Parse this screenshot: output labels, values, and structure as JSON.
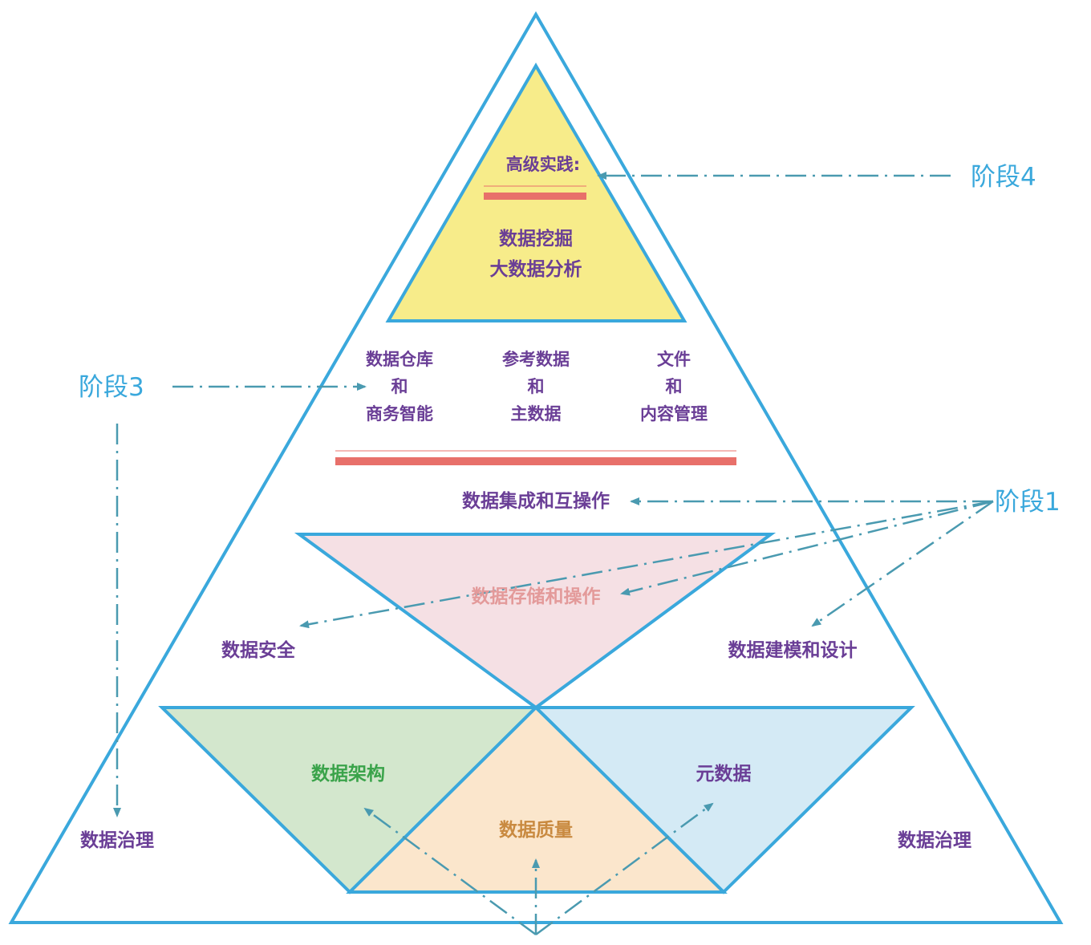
{
  "stages": {
    "stage4": "阶段4",
    "stage3": "阶段3",
    "stage1": "阶段1"
  },
  "top": {
    "heading": "高级实践:",
    "line1": "数据挖掘",
    "line2": "大数据分析"
  },
  "middle": {
    "col1": [
      "数据仓库",
      "和",
      "商务智能"
    ],
    "col2": [
      "参考数据",
      "和",
      "主数据"
    ],
    "col3": [
      "文件",
      "和",
      "内容管理"
    ]
  },
  "integration": "数据集成和互操作",
  "storage": "数据存储和操作",
  "security": "数据安全",
  "modeling": "数据建模和设计",
  "architecture": "数据架构",
  "quality": "数据质量",
  "metadata": "元数据",
  "governance_left": "数据治理",
  "governance_right": "数据治理",
  "colors": {
    "outline": "#3aa8dc",
    "top_fill": "#f7ec8a",
    "storage_fill": "#f5e0e4",
    "architecture_fill": "#d3e7cd",
    "quality_fill": "#fbe6cc",
    "metadata_fill": "#d4eaf5",
    "red_bar": "#e8706a",
    "arrow": "#4a9ab0",
    "label": "#6a3e96"
  }
}
